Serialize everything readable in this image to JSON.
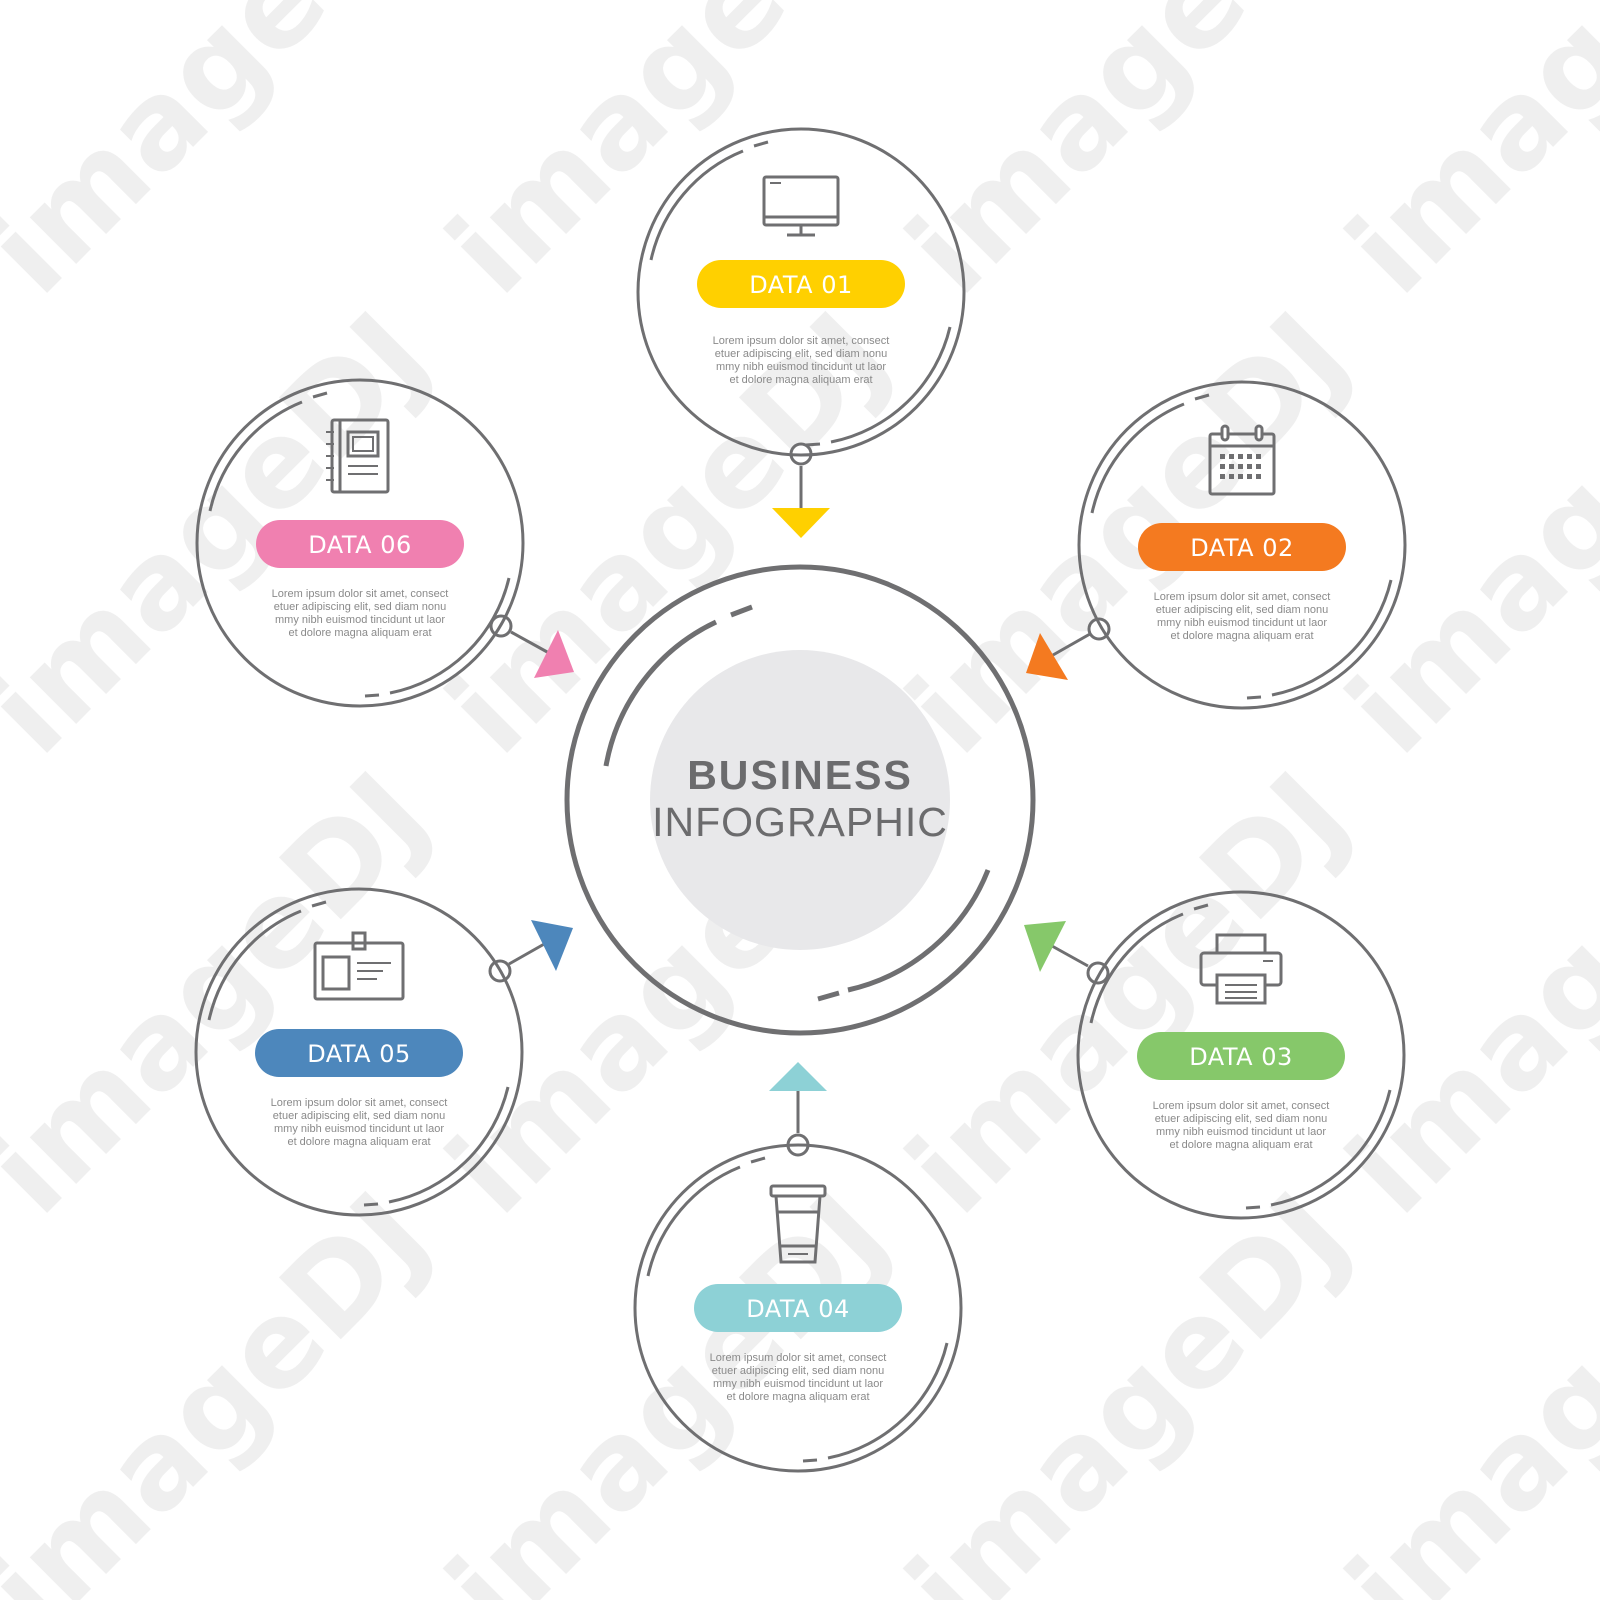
{
  "center": {
    "title_line1": "BUSINESS",
    "title_line2": "INFOGRAPHIC"
  },
  "items": [
    {
      "label": "DATA 01",
      "color": "#FFD000",
      "icon": "monitor-icon",
      "description": [
        "Lorem ipsum dolor sit amet, consect",
        "etuer adipiscing elit, sed diam nonu",
        "mmy nibh euismod tincidunt ut laor",
        "et dolore magna aliquam erat"
      ]
    },
    {
      "label": "DATA 02",
      "color": "#F47A20",
      "icon": "calendar-icon",
      "description": [
        "Lorem ipsum dolor sit amet, consect",
        "etuer adipiscing elit, sed diam nonu",
        "mmy nibh euismod tincidunt ut laor",
        "et dolore magna aliquam erat"
      ]
    },
    {
      "label": "DATA 03",
      "color": "#86C86A",
      "icon": "printer-icon",
      "description": [
        "Lorem ipsum dolor sit amet, consect",
        "etuer adipiscing elit, sed diam nonu",
        "mmy nibh euismod tincidunt ut laor",
        "et dolore magna aliquam erat"
      ]
    },
    {
      "label": "DATA 04",
      "color": "#8DD1D6",
      "icon": "coffee-cup-icon",
      "description": [
        "Lorem ipsum dolor sit amet, consect",
        "etuer adipiscing elit, sed diam nonu",
        "mmy nibh euismod tincidunt ut laor",
        "et dolore magna aliquam erat"
      ]
    },
    {
      "label": "DATA 05",
      "color": "#4D87BC",
      "icon": "id-card-icon",
      "description": [
        "Lorem ipsum dolor sit amet, consect",
        "etuer adipiscing elit, sed diam nonu",
        "mmy nibh euismod tincidunt ut laor",
        "et dolore magna aliquam erat"
      ]
    },
    {
      "label": "DATA 06",
      "color": "#F080B0",
      "icon": "notebook-icon",
      "description": [
        "Lorem ipsum dolor sit amet, consect",
        "etuer adipiscing elit, sed diam nonu",
        "mmy nibh euismod tincidunt ut laor",
        "et dolore magna aliquam erat"
      ]
    }
  ],
  "watermark": "imageDJ"
}
